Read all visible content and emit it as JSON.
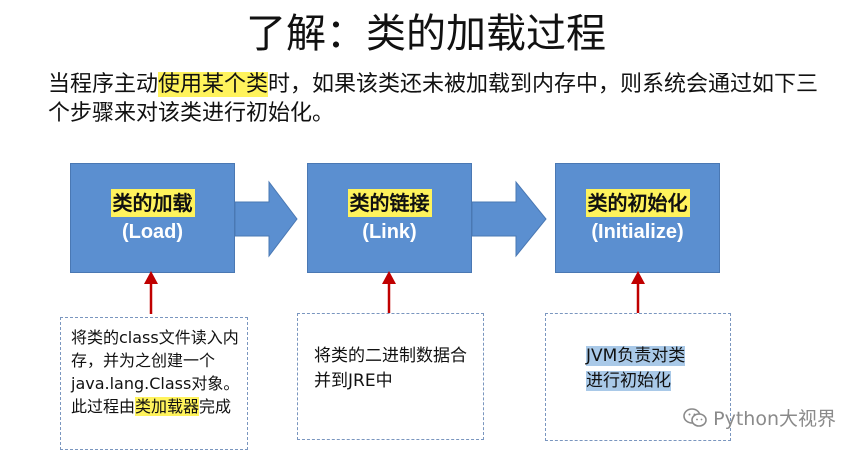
{
  "title": "了解：类的加载过程",
  "intro": {
    "part1": "当程序主动",
    "highlight": "使用某个类",
    "part2": "时，如果该类还未被加载到内存中，则系统会通过如下三个步骤来对该类进行初始化。"
  },
  "steps": [
    {
      "name": "类的加载",
      "en": "(Load)"
    },
    {
      "name": "类的链接",
      "en": "(Link)"
    },
    {
      "name": "类的初始化",
      "en": "(Initialize)"
    }
  ],
  "notes": {
    "load": {
      "text": "将类的class文件读入内存，并为之创建一个java.lang.Class对象。此过程由",
      "highlight": "类加载器",
      "suffix": "完成"
    },
    "link": {
      "text": "将类的二进制数据合并到JRE中"
    },
    "init": {
      "text": "JVM负责对类进行初始化"
    }
  },
  "watermark": "Python大视界",
  "colors": {
    "box_fill": "#5b8fd0",
    "arrow_fill": "#5b8fd0",
    "highlight_yellow": "#fff35c",
    "highlight_blue": "#a9c9e8",
    "pointer_arrow": "#c00000",
    "note_border": "#7a96bf"
  },
  "icons": {
    "watermark_icon": "wechat-icon"
  }
}
